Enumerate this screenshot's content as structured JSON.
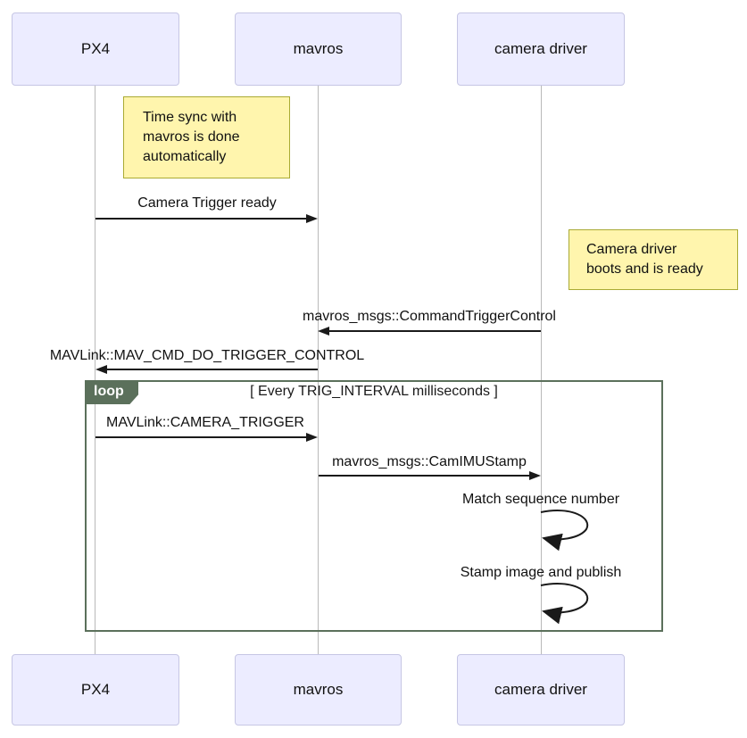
{
  "diagram": {
    "type": "sequence-diagram",
    "participants": [
      {
        "name": "PX4"
      },
      {
        "name": "mavros"
      },
      {
        "name": "camera driver"
      }
    ],
    "notes": [
      {
        "lines": [
          "Time sync with",
          "mavros is done",
          "automatically"
        ],
        "anchor": "PX4"
      },
      {
        "lines": [
          "Camera driver",
          "boots and is ready"
        ],
        "anchor": "camera driver"
      }
    ],
    "messages": [
      {
        "label": "Camera Trigger ready",
        "from": "PX4",
        "to": "mavros",
        "kind": "arrow"
      },
      {
        "label": "mavros_msgs::CommandTriggerControl",
        "from": "camera driver",
        "to": "mavros",
        "kind": "arrow"
      },
      {
        "label": "MAVLink::MAV_CMD_DO_TRIGGER_CONTROL",
        "from": "mavros",
        "to": "PX4",
        "kind": "arrow"
      },
      {
        "label": "MAVLink::CAMERA_TRIGGER",
        "from": "PX4",
        "to": "mavros",
        "kind": "arrow"
      },
      {
        "label": "mavros_msgs::CamIMUStamp",
        "from": "mavros",
        "to": "camera driver",
        "kind": "arrow"
      },
      {
        "label": "Match sequence number",
        "from": "camera driver",
        "to": "camera driver",
        "kind": "self"
      },
      {
        "label": "Stamp image and publish",
        "from": "camera driver",
        "to": "camera driver",
        "kind": "self"
      }
    ],
    "loop": {
      "label": "loop",
      "condition": "[ Every TRIG_INTERVAL milliseconds ]"
    },
    "colors": {
      "actor_fill": "#ECECFF",
      "actor_border": "#C6C6E4",
      "note_fill": "#FFF5AD",
      "note_border": "#AAAA33",
      "loop_border": "#5B705B",
      "loop_label_bg": "#5B705B",
      "arrow": "#1A1A1A",
      "lifeline": "#B9B9B9"
    }
  }
}
